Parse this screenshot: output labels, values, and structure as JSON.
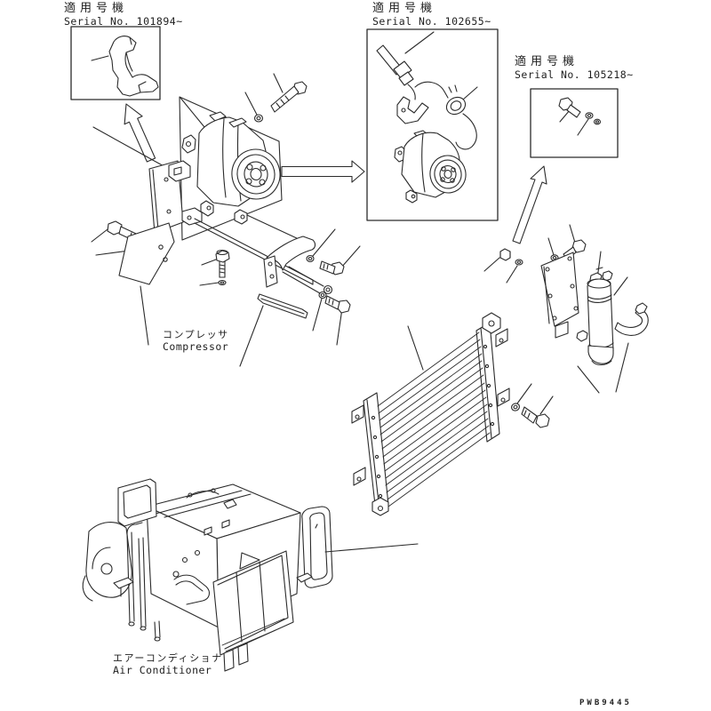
{
  "figure": {
    "drawing_number": "PWB9445"
  },
  "callouts": {
    "c101894": {
      "jp": "適用号機",
      "en": "Serial No. 101894~"
    },
    "c102655": {
      "jp": "適用号機",
      "en": "Serial No. 102655~"
    },
    "c105218": {
      "jp": "適用号機",
      "en": "Serial No. 105218~"
    }
  },
  "parts": {
    "compressor": {
      "jp": "コンプレッサ",
      "en": "Compressor"
    },
    "air_conditioner": {
      "jp": "エアーコンディショナ",
      "en": "Air Conditioner"
    }
  },
  "colors": {
    "line": "#2b2b2b",
    "background": "#ffffff"
  }
}
